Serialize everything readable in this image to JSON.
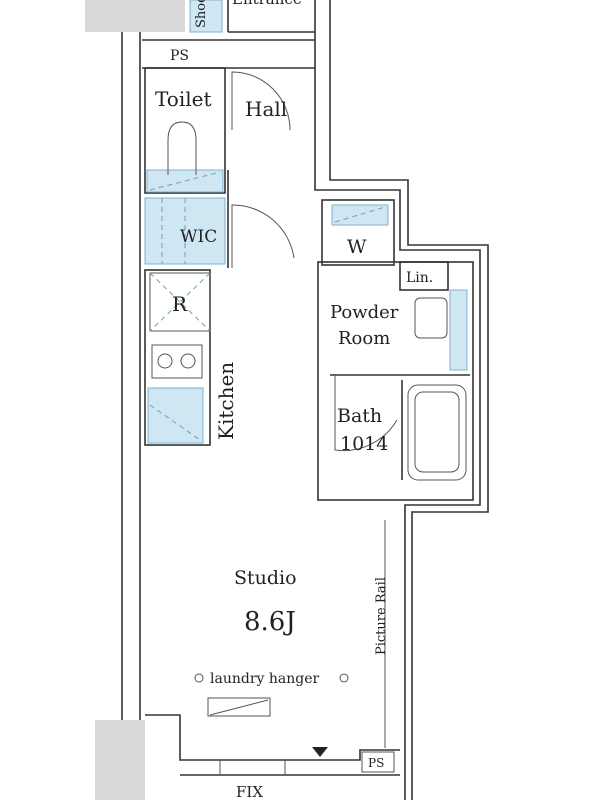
{
  "labels": {
    "shoe": "Shoe",
    "entrance": "Entrance",
    "ps_top": "PS",
    "toilet": "Toilet",
    "hall": "Hall",
    "wic": "WIC",
    "refrigerator": "R",
    "kitchen": "Kitchen",
    "washer": "W",
    "linen": "Lin.",
    "powder_room_line1": "Powder",
    "powder_room_line2": "Room",
    "bath_line1": "Bath",
    "bath_line2": "1014",
    "studio": "Studio",
    "studio_size": "8.6J",
    "picture_rail": "Picture Rail",
    "laundry_hanger": "laundry hanger",
    "ps_bottom": "PS",
    "fix": "FIX"
  },
  "colors": {
    "wall": "#333333",
    "water_area": "#cfe6f3",
    "exterior": "#d9d9d9"
  }
}
